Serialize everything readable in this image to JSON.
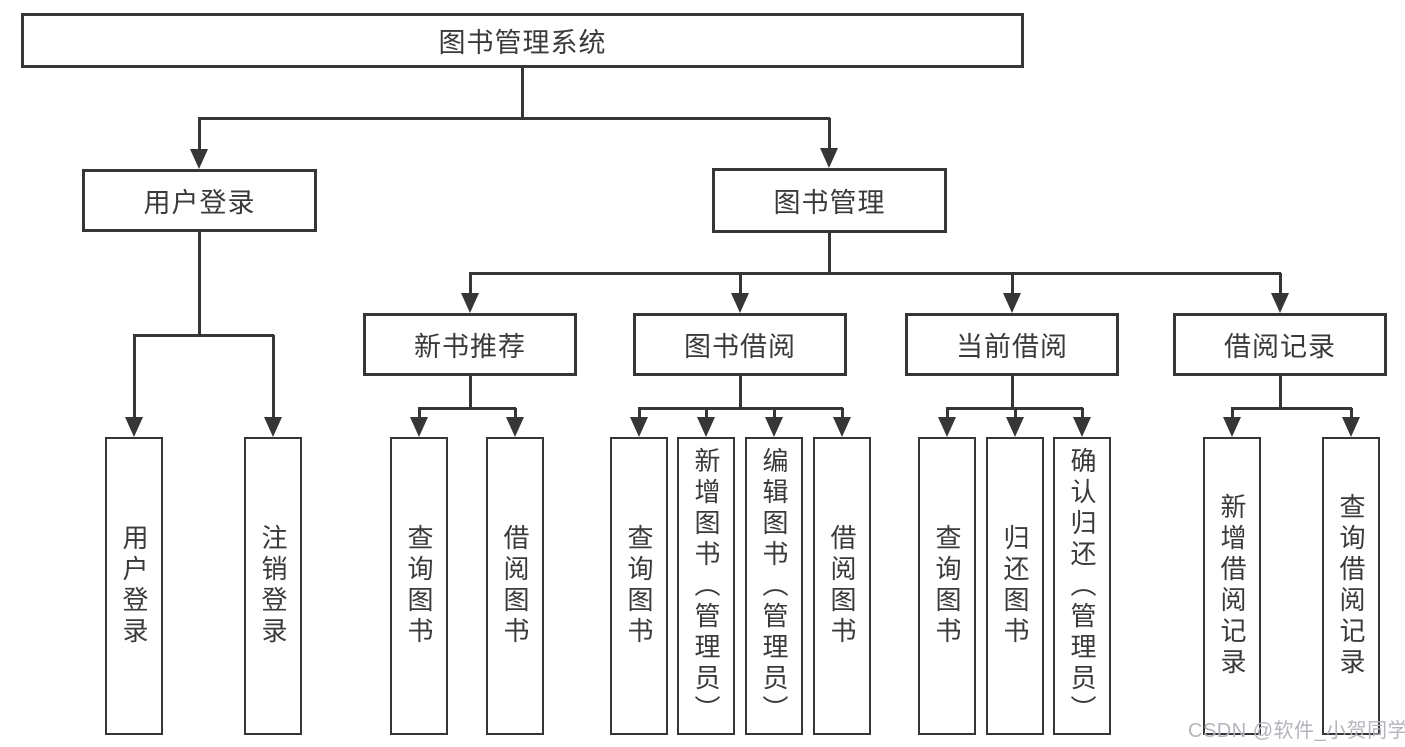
{
  "nodes": {
    "root": "图书管理系统",
    "user_login": "用户登录",
    "book_management": "图书管理",
    "new_book_recommend": "新书推荐",
    "book_borrow": "图书借阅",
    "current_borrow": "当前借阅",
    "borrow_records": "借阅记录",
    "leaf_user_login": "用户登录",
    "leaf_logout": "注销登录",
    "leaf_query_books_recommend": "查询图书",
    "leaf_borrow_books_recommend": "借阅图书",
    "leaf_query_books_borrow": "查询图书",
    "leaf_add_books_admin": "新增图书（管理员）",
    "leaf_edit_books_admin": "编辑图书（管理员）",
    "leaf_borrow_books_borrow": "借阅图书",
    "leaf_query_books_current": "查询图书",
    "leaf_return_books": "归还图书",
    "leaf_confirm_return_admin": "确认归还（管理员）",
    "leaf_add_borrow_record": "新增借阅记录",
    "leaf_query_borrow_record": "查询借阅记录"
  },
  "watermark": "CSDN @软件_小贺同学",
  "colors": {
    "line": "#363636",
    "text": "#3a3a3a",
    "watermark": "#b6b3bd",
    "background": "#ffffff"
  }
}
